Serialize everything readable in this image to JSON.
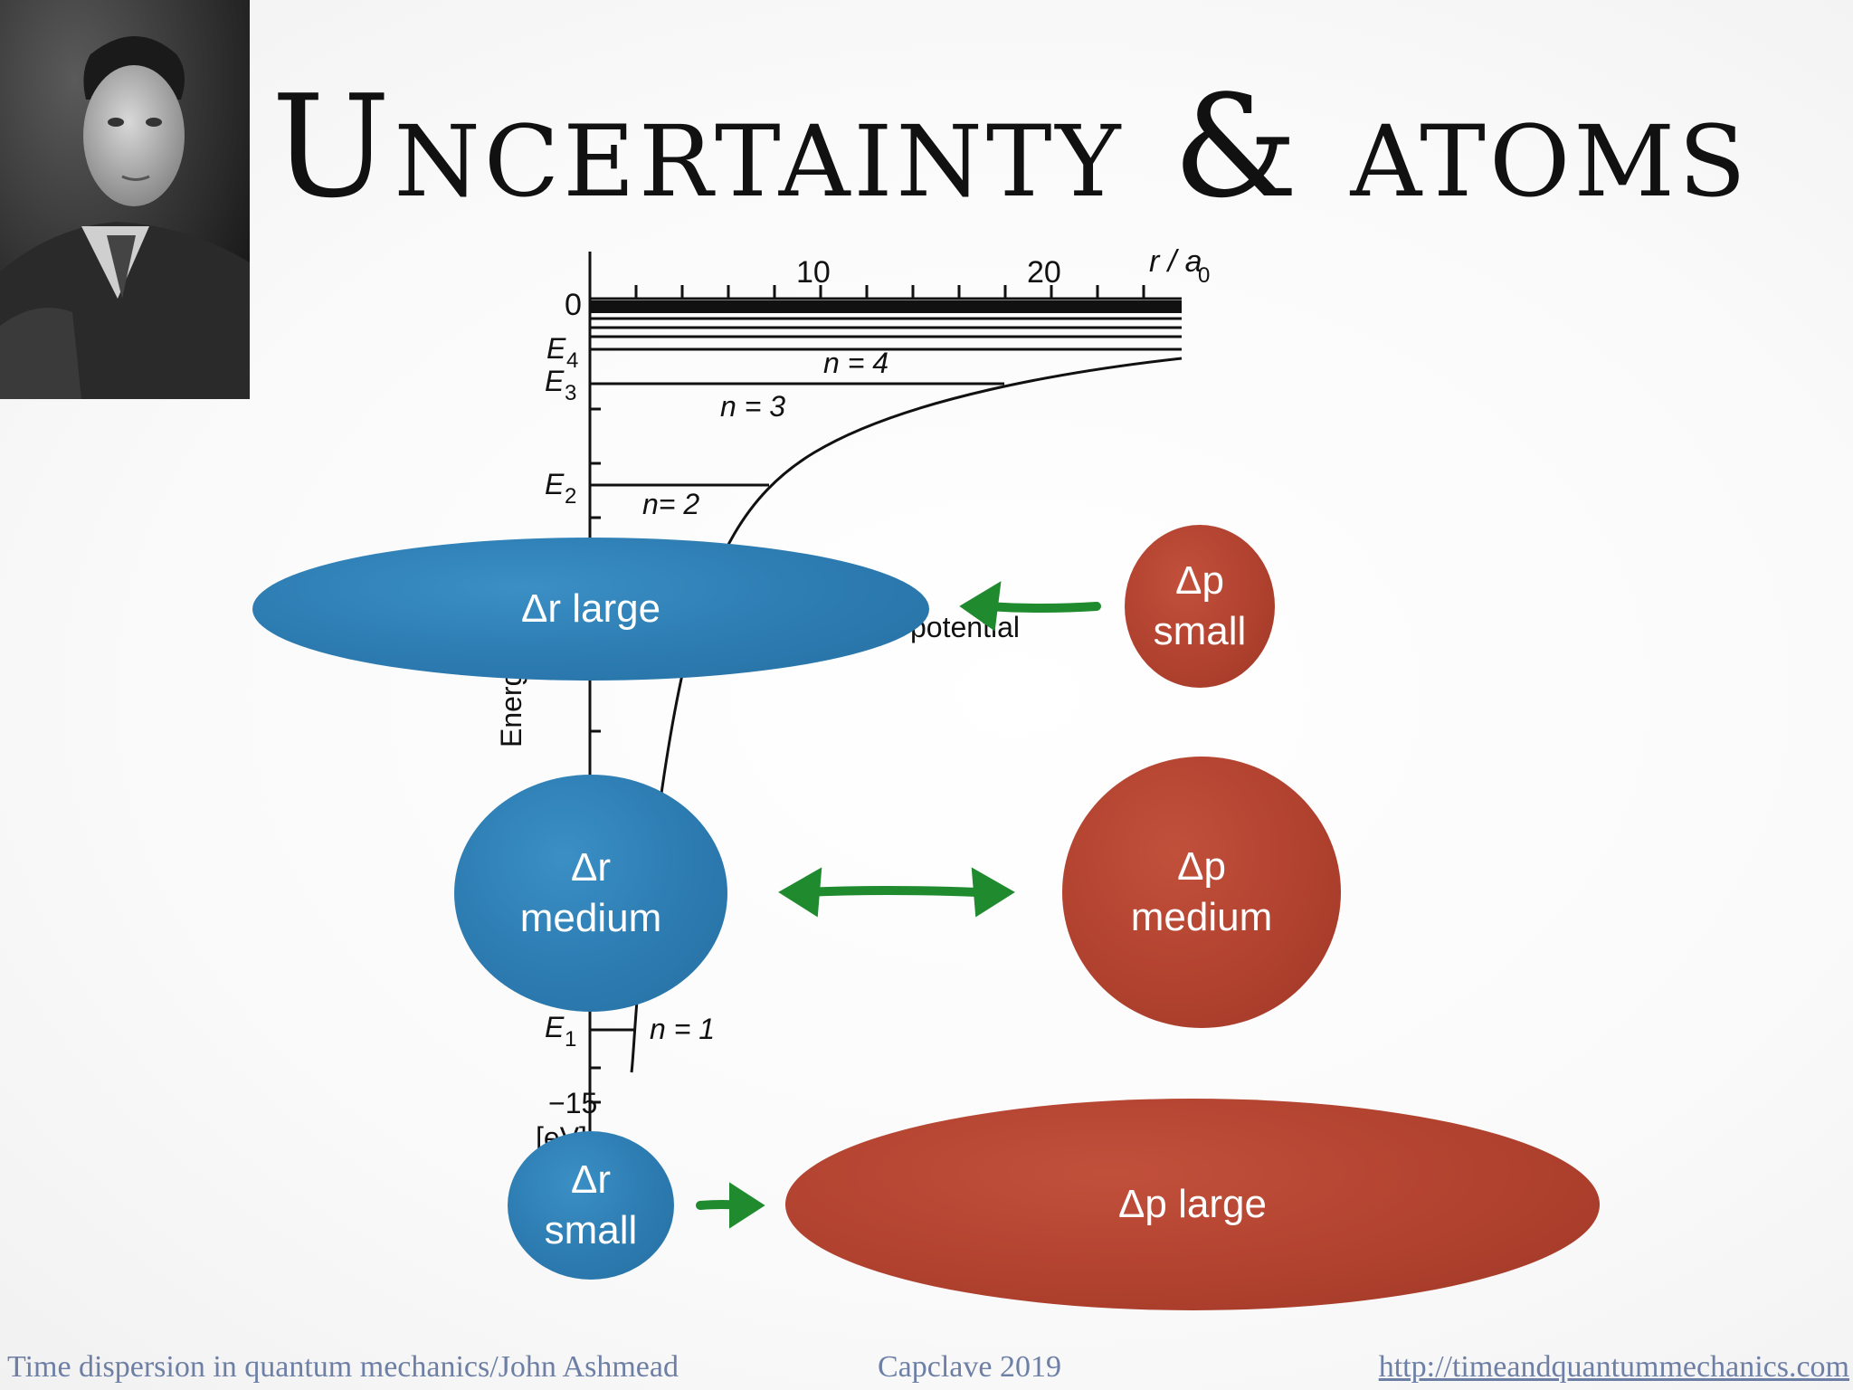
{
  "slide": {
    "title": "Uncertainty & atoms",
    "portrait_icon": "portrait-photo"
  },
  "diagram": {
    "axis": {
      "x_unit": "r / a",
      "x_unit_sub": "0",
      "x_ticks": [
        "10",
        "20"
      ],
      "y_zero": "0",
      "y_min": "−15",
      "y_unit": "[eV]",
      "y_label": "Energ"
    },
    "levels": [
      {
        "sym": "E",
        "sub": "4",
        "n": "n = 4"
      },
      {
        "sym": "E",
        "sub": "3",
        "n": "n = 3"
      },
      {
        "sym": "E",
        "sub": "2",
        "n": "n= 2"
      },
      {
        "sym": "E",
        "sub": "1",
        "n": "n = 1"
      }
    ],
    "curve_label": "potential"
  },
  "blobs": {
    "r_large": "Δr large",
    "p_small": "Δp\nsmall",
    "r_medium": "Δr\nmedium",
    "p_medium": "Δp\nmedium",
    "r_small": "Δr\nsmall",
    "p_large": "Δp large"
  },
  "arrows": {
    "color": "#1f8a2e"
  },
  "colors": {
    "blue": "#2c7bb1",
    "red": "#b1422f"
  },
  "footer": {
    "left": "Time dispersion in quantum mechanics/John Ashmead",
    "center": "Capclave 2019",
    "link": "http://timeandquantummechanics.com"
  }
}
